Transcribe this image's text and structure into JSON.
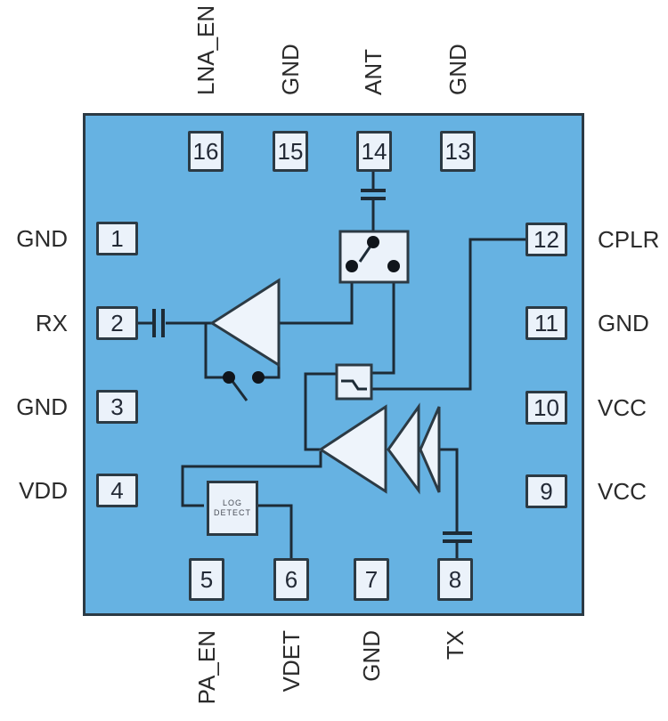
{
  "diagram": {
    "pins": {
      "top": [
        {
          "num": "16",
          "label": "LNA_EN"
        },
        {
          "num": "15",
          "label": "GND"
        },
        {
          "num": "14",
          "label": "ANT"
        },
        {
          "num": "13",
          "label": "GND"
        }
      ],
      "left": [
        {
          "num": "1",
          "label": "GND"
        },
        {
          "num": "2",
          "label": "RX"
        },
        {
          "num": "3",
          "label": "GND"
        },
        {
          "num": "4",
          "label": "VDD"
        }
      ],
      "right": [
        {
          "num": "12",
          "label": "CPLR"
        },
        {
          "num": "11",
          "label": "GND"
        },
        {
          "num": "10",
          "label": "VCC"
        },
        {
          "num": "9",
          "label": "VCC"
        }
      ],
      "bottom": [
        {
          "num": "5",
          "label": "PA_EN"
        },
        {
          "num": "6",
          "label": "VDET"
        },
        {
          "num": "7",
          "label": "GND"
        },
        {
          "num": "8",
          "label": "TX"
        }
      ]
    },
    "blocks": {
      "log_detect_line1": "LOG",
      "log_detect_line2": "DETECT"
    },
    "colors": {
      "chip_fill": "#66b2e2",
      "block_fill": "#ebf2fa",
      "stroke": "#1d2b36"
    }
  }
}
